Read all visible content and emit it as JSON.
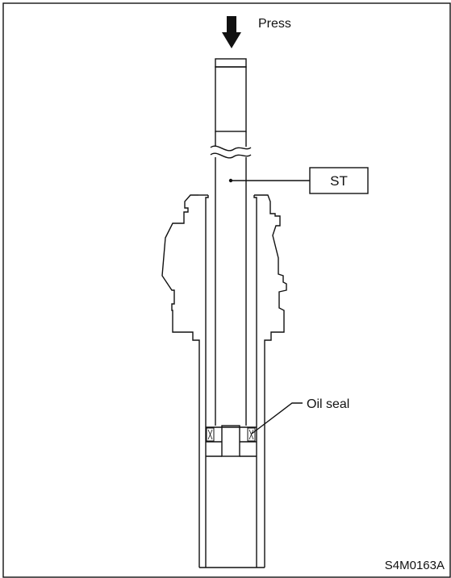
{
  "labels": {
    "press": "Press",
    "tool": "ST",
    "oil_seal": "Oil seal",
    "figure_code": "S4M0163A"
  },
  "colors": {
    "ink": "#111111",
    "background": "#ffffff"
  },
  "icons": {
    "press_arrow": "arrow-down-icon"
  }
}
